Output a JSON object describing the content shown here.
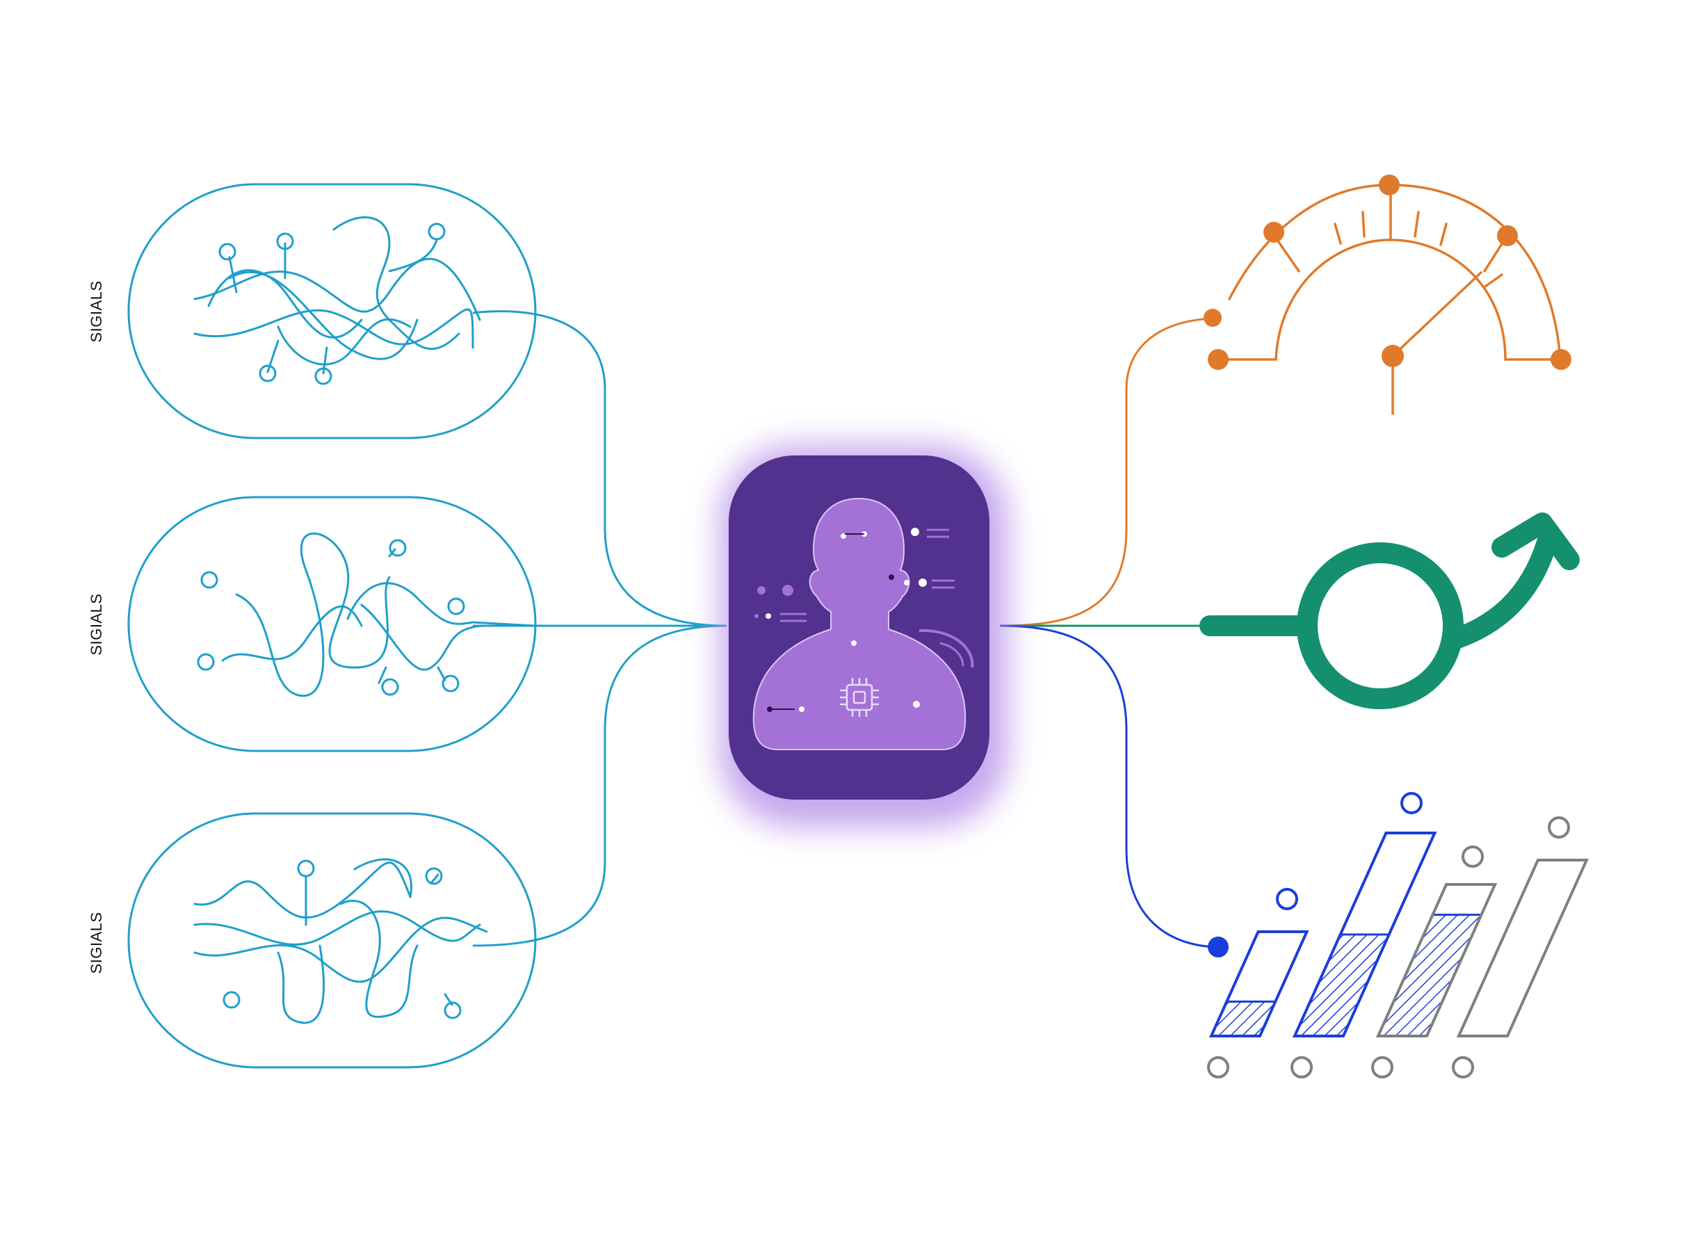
{
  "inputs": [
    {
      "label": "SIGIALS"
    },
    {
      "label": "SIGIALS"
    },
    {
      "label": "SIGIALS"
    }
  ],
  "colors": {
    "input": "#1f9fca",
    "hub_bg": "#52318f",
    "hub_figure": "#a472d6",
    "hub_glow": "#b48ae8",
    "gauge": "#e07a2a",
    "growth": "#14906f",
    "bars_active": "#1a3ddb",
    "bars_inactive": "#7f7f7f"
  },
  "icons": {
    "inputs": "tangled-signal-icon",
    "hub": "ai-person-chip-icon",
    "out_top": "gauge-dial-icon",
    "out_mid": "circle-growth-arrow-icon",
    "out_bottom": "bar-chart-icon"
  },
  "bar_chart": {
    "fill_levels": [
      0.33,
      0.5,
      0.8,
      0.0
    ]
  }
}
